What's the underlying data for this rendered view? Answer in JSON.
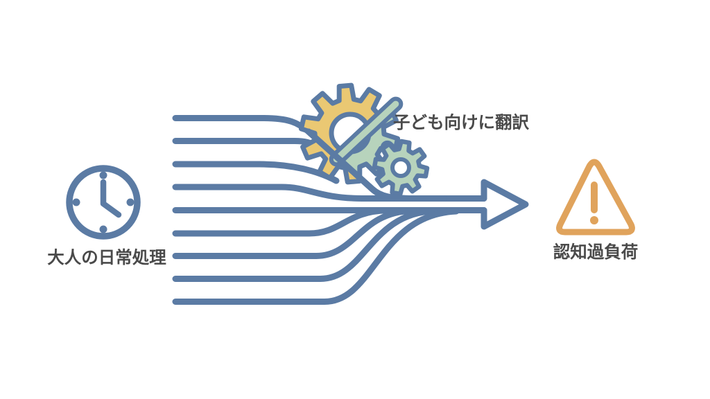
{
  "nodes": {
    "input": {
      "label": "大人の日常処理",
      "icon": "clock-icon"
    },
    "process": {
      "label": "子ども向けに翻訳",
      "icon": "gears-icon"
    },
    "output": {
      "label": "認知過負荷",
      "icon": "warning-triangle-icon"
    }
  },
  "flow": {
    "line_count": 9,
    "direction": "left-to-right",
    "merges_into": "single-arrow"
  },
  "colors": {
    "blue": "#5b7ba4",
    "yellow": "#eac873",
    "green": "#b7d3bc",
    "orange": "#e0a35c",
    "text": "#4a4a4a",
    "bg": "#ffffff"
  }
}
